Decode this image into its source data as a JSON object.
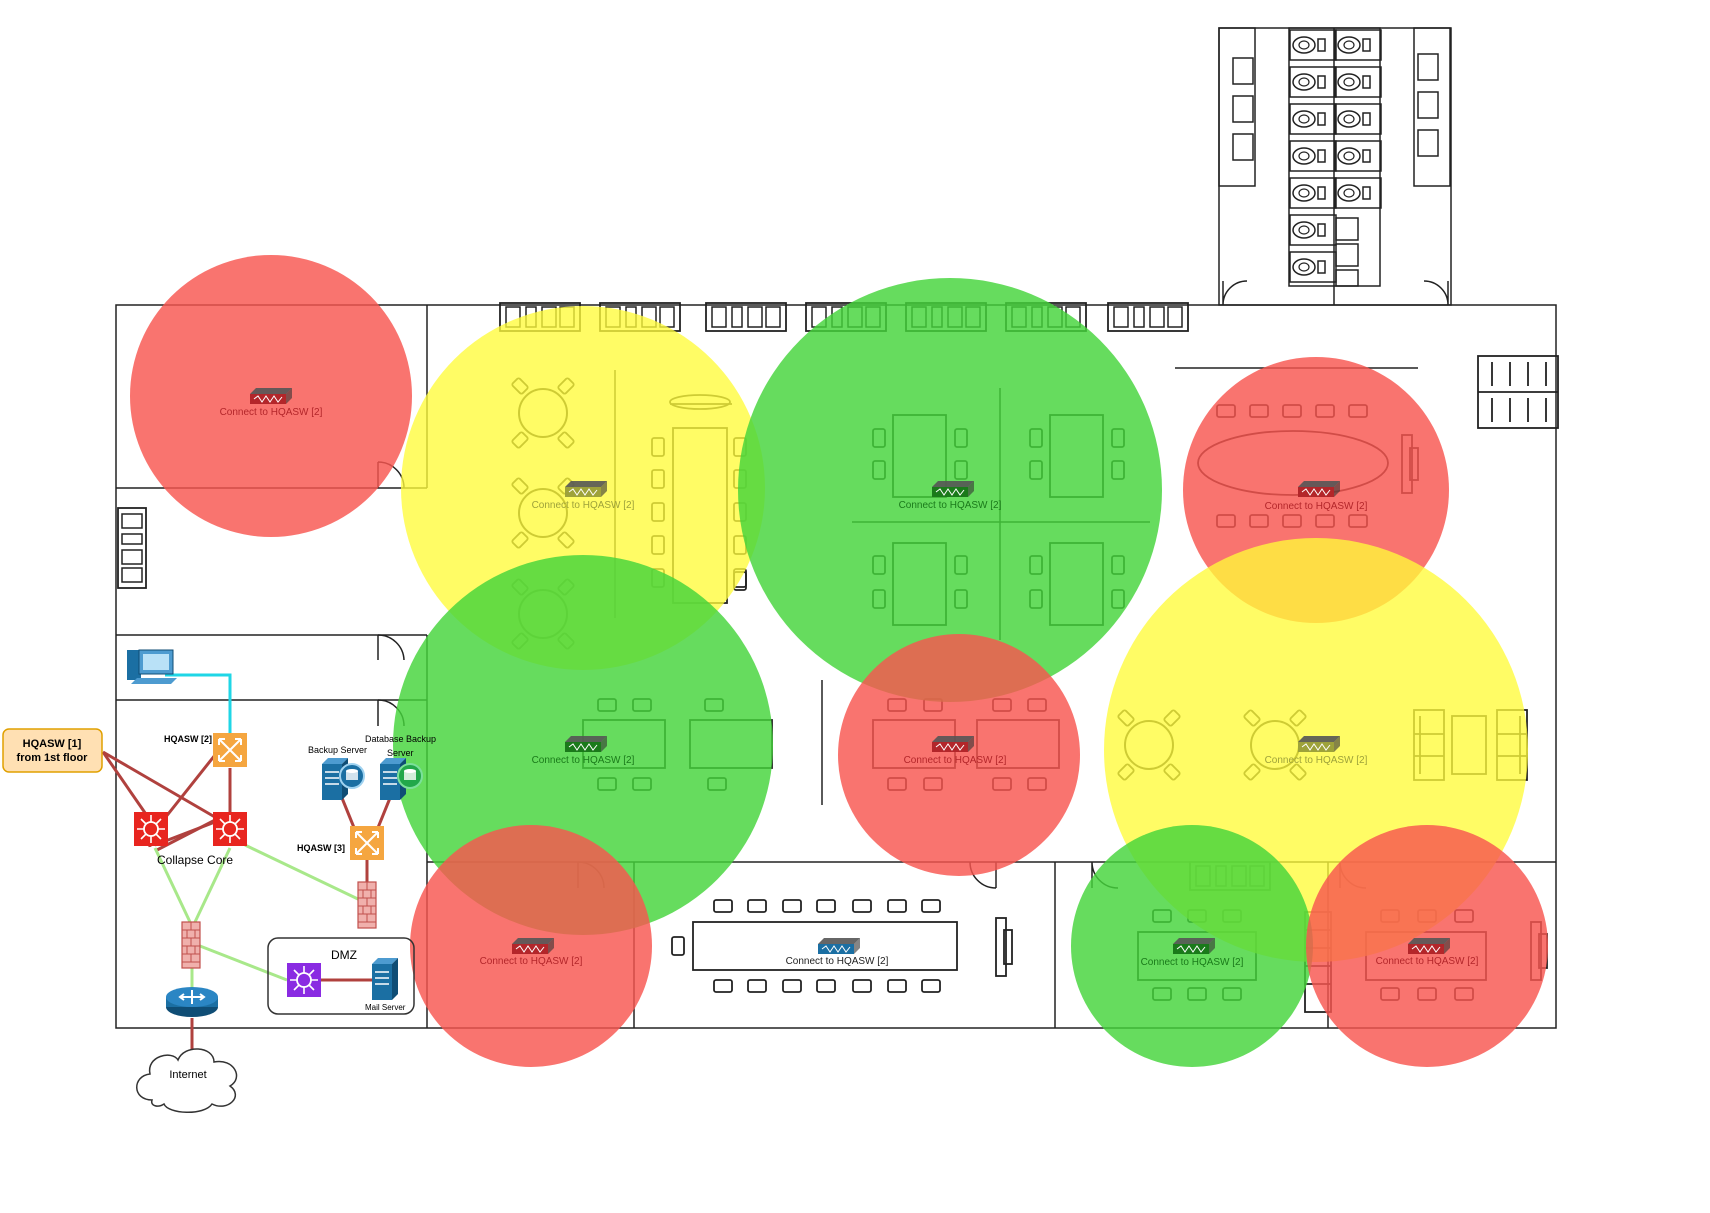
{
  "access_points": [
    {
      "label": "Connect to HQASW [2]",
      "coverage": "red",
      "label_color": "#b3262a"
    },
    {
      "label": "Connect to HQASW [2]",
      "coverage": "yellow",
      "label_color": "#9ea23a"
    },
    {
      "label": "Connect to HQASW [2]",
      "coverage": "green",
      "label_color": "#1a7a1a"
    },
    {
      "label": "Connect to HQASW [2]",
      "coverage": "red",
      "label_color": "#b3262a"
    },
    {
      "label": "Connect to HQASW [2]",
      "coverage": "green",
      "label_color": "#1a7a1a"
    },
    {
      "label": "Connect to HQASW [2]",
      "coverage": "red",
      "label_color": "#b3262a"
    },
    {
      "label": "Connect to HQASW [2]",
      "coverage": "yellow",
      "label_color": "#9ea23a"
    },
    {
      "label": "Connect to HQASW [2]",
      "coverage": "red",
      "label_color": "#b3262a"
    },
    {
      "label": "Connect to HQASW [2]",
      "coverage": "none",
      "label_color": "#222222"
    },
    {
      "label": "Connect to HQASW [2]",
      "coverage": "green",
      "label_color": "#1a7a1a"
    },
    {
      "label": "Connect to HQASW [2]",
      "coverage": "red",
      "label_color": "#b3262a"
    }
  ],
  "coverage_colors": {
    "red": "#f8564f",
    "green": "#44d43b",
    "yellow": "#fffb3a",
    "orange_overlap": "#f5b229"
  },
  "network": {
    "uplink_note": "HQASW [1]\nfrom 1st floor",
    "uplink_note_line1": "HQASW [1]",
    "uplink_note_line2": "from 1st floor",
    "hqasw2_label": "HQASW [2]",
    "hqasw3_label": "HQASW [3]",
    "collapse_core_label": "Collapse Core",
    "backup_server_label": "Backup Server",
    "database_backup_label_line1": "Database Backup",
    "database_backup_label_line2": "Server",
    "dmz_label": "DMZ",
    "mail_server_label": "Mail Server",
    "internet_label": "Internet"
  },
  "colors": {
    "wall": "#222222",
    "link_red": "#b0413e",
    "link_green": "#a8e88a",
    "link_cyan": "#1fd6e6",
    "switch_orange": "#f5a640",
    "core_red": "#e8251f",
    "firewall": "#e8817c",
    "router": "#1b6fa3",
    "server_blue": "#1b6fa3",
    "dmz_switch": "#8a2be2",
    "note_fill": "#ffe0b3",
    "note_border": "#e0a000"
  }
}
